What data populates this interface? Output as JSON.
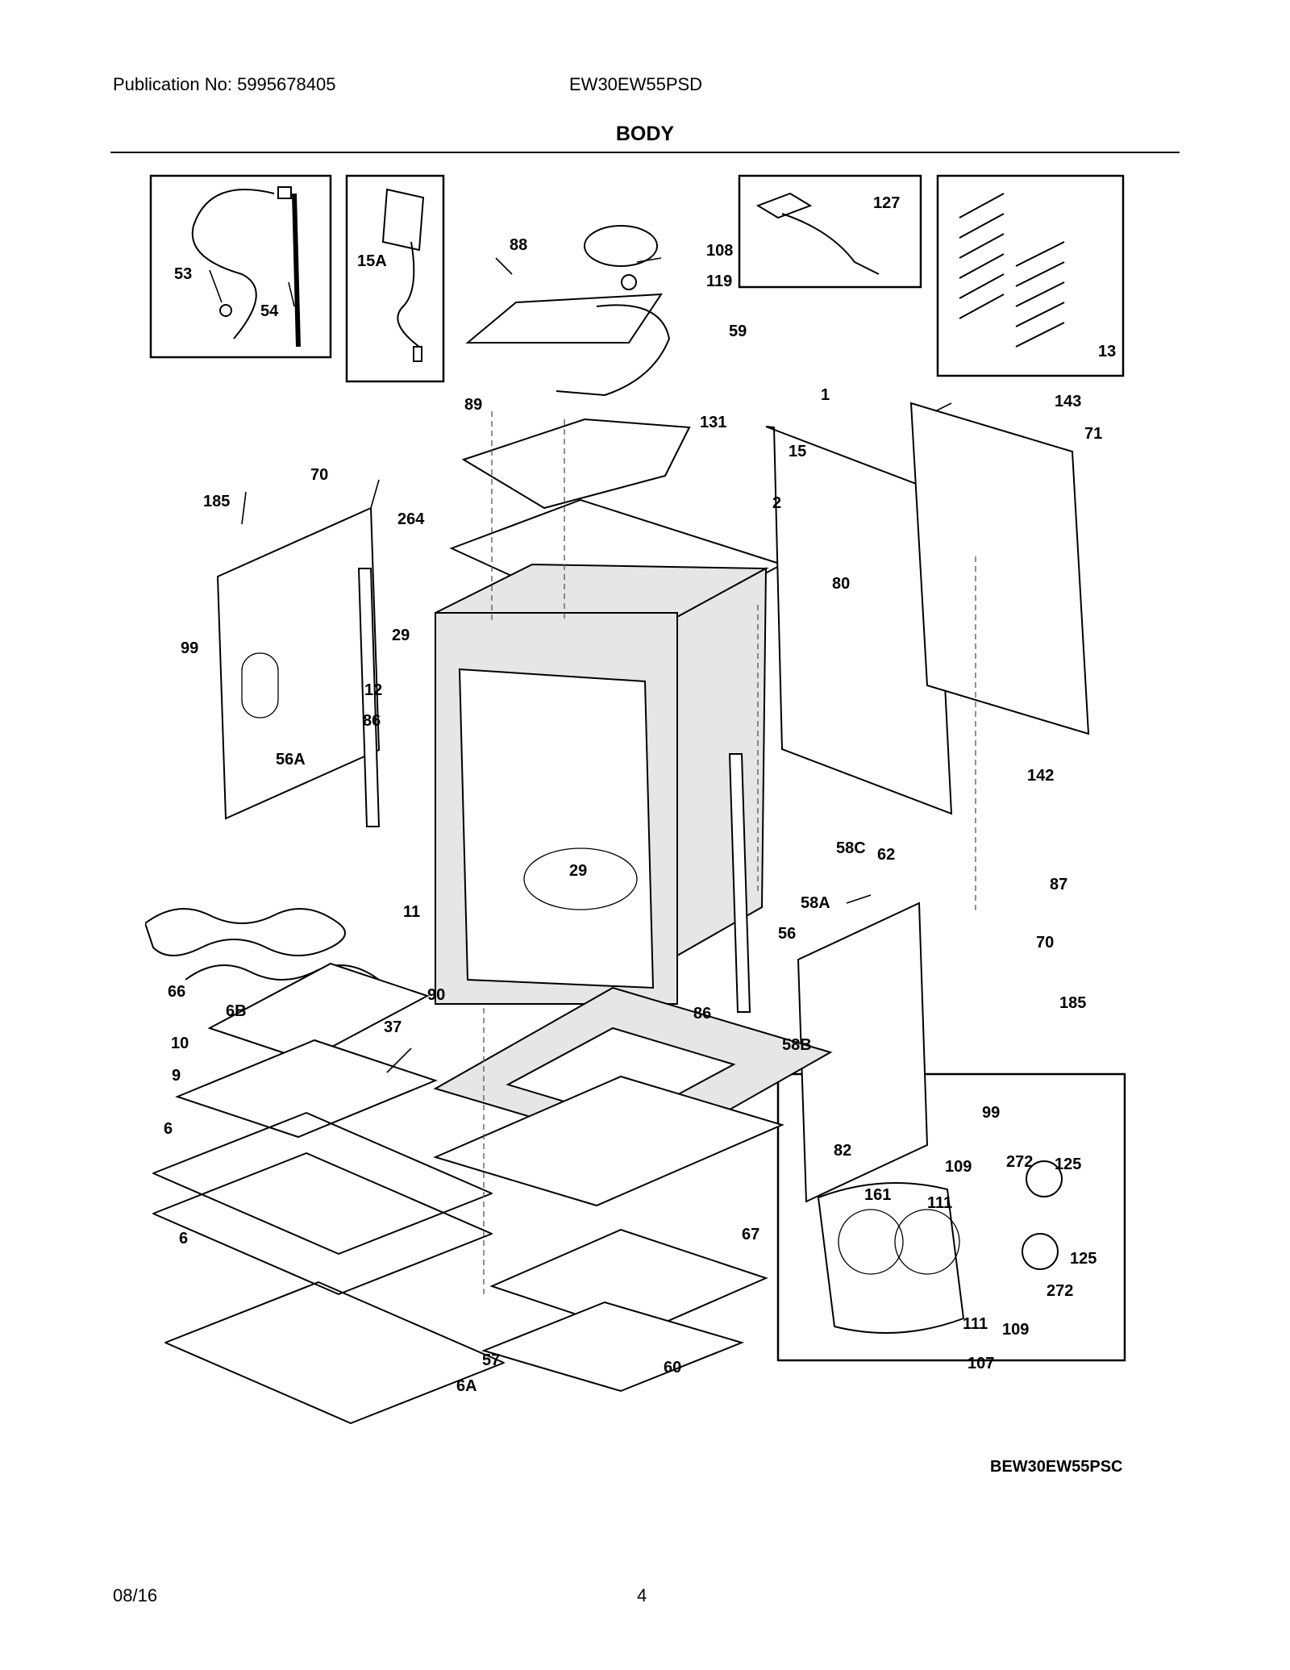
{
  "header": {
    "publication": "Publication No: 5995678405",
    "model": "EW30EW55PSD",
    "section_title": "BODY"
  },
  "diagram": {
    "code": "BEW30EW55PSC",
    "callouts": [
      "53",
      "54",
      "15A",
      "88",
      "108",
      "119",
      "59",
      "127",
      "13",
      "89",
      "131",
      "15",
      "1",
      "143",
      "71",
      "185",
      "70",
      "264",
      "2",
      "80",
      "99",
      "29",
      "12",
      "86",
      "56A",
      "142",
      "62",
      "58C",
      "87",
      "29",
      "11",
      "58A",
      "56",
      "70",
      "185",
      "66",
      "6B",
      "37",
      "90",
      "86",
      "58B",
      "10",
      "9",
      "99",
      "6",
      "82",
      "109",
      "272",
      "125",
      "161",
      "111",
      "6",
      "67",
      "125",
      "272",
      "111",
      "109",
      "57",
      "60",
      "107",
      "6A"
    ]
  },
  "footer": {
    "date": "08/16",
    "page": "4"
  }
}
